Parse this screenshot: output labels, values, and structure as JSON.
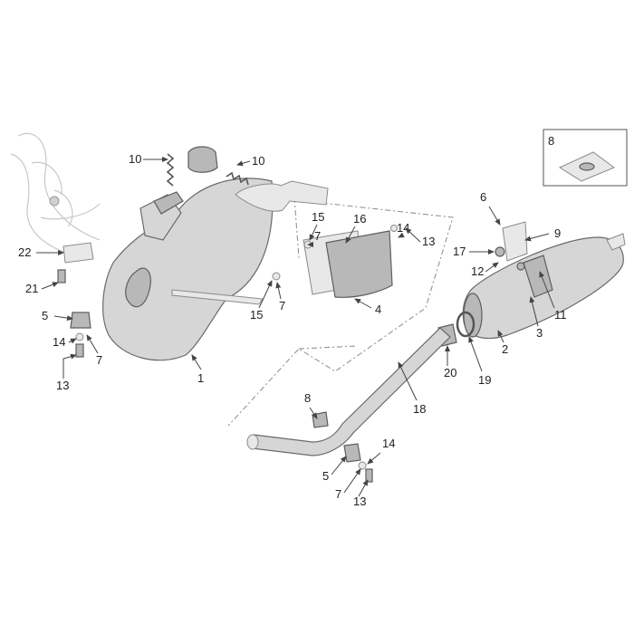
{
  "diagram": {
    "inset": {
      "label": "8"
    },
    "callouts": [
      {
        "id": "c10a",
        "label": "10"
      },
      {
        "id": "c10b",
        "label": "10"
      },
      {
        "id": "c22",
        "label": "22"
      },
      {
        "id": "c21",
        "label": "21"
      },
      {
        "id": "c5a",
        "label": "5"
      },
      {
        "id": "c14a",
        "label": "14"
      },
      {
        "id": "c7a",
        "label": "7"
      },
      {
        "id": "c13a",
        "label": "13"
      },
      {
        "id": "c1",
        "label": "1"
      },
      {
        "id": "c15a",
        "label": "15"
      },
      {
        "id": "c7b",
        "label": "7"
      },
      {
        "id": "c16",
        "label": "16"
      },
      {
        "id": "c14b",
        "label": "14"
      },
      {
        "id": "c13b",
        "label": "13"
      },
      {
        "id": "c15b",
        "label": "15"
      },
      {
        "id": "c7c",
        "label": "7"
      },
      {
        "id": "c4",
        "label": "4"
      },
      {
        "id": "c6",
        "label": "6"
      },
      {
        "id": "c9",
        "label": "9"
      },
      {
        "id": "c17",
        "label": "17"
      },
      {
        "id": "c12",
        "label": "12"
      },
      {
        "id": "c11",
        "label": "11"
      },
      {
        "id": "c3",
        "label": "3"
      },
      {
        "id": "c2",
        "label": "2"
      },
      {
        "id": "c19",
        "label": "19"
      },
      {
        "id": "c20",
        "label": "20"
      },
      {
        "id": "c18",
        "label": "18"
      },
      {
        "id": "c8",
        "label": "8"
      },
      {
        "id": "c14c",
        "label": "14"
      },
      {
        "id": "c5b",
        "label": "5"
      },
      {
        "id": "c7d",
        "label": "7"
      },
      {
        "id": "c13c",
        "label": "13"
      }
    ]
  }
}
